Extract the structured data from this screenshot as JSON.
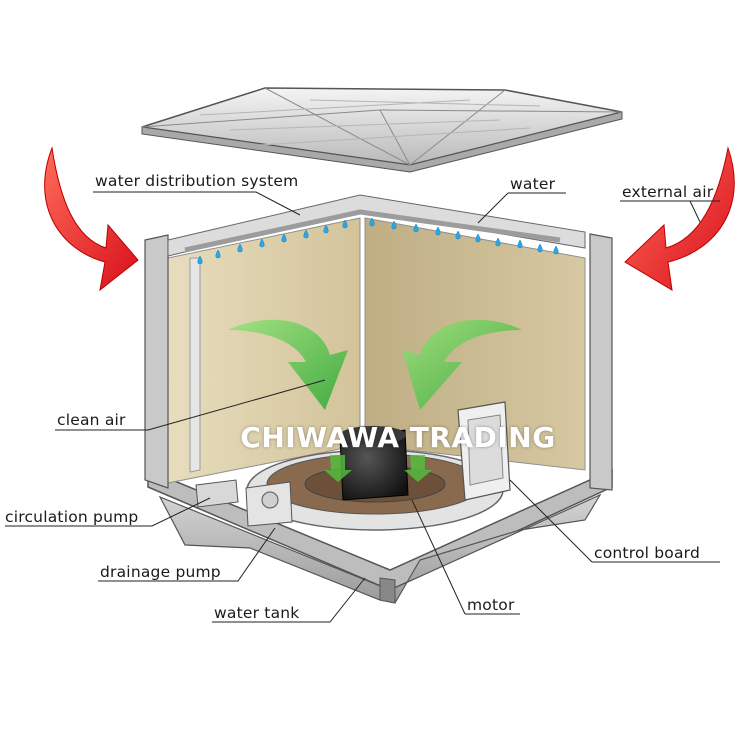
{
  "labels": {
    "water_distribution_system": "water distribution system",
    "water": "water",
    "external_air": "external air",
    "clean_air": "clean air",
    "circulation_pump": "circulation pump",
    "drainage_pump": "drainage pump",
    "water_tank": "water tank",
    "control_board": "control board",
    "motor": "motor"
  },
  "watermark": "CHIWAWA TRADING",
  "colors": {
    "external_air_arrow": "#e8141c",
    "clean_air_arrow": "#4fbf3a",
    "water_drop": "#2aa7e8",
    "pad": "#d9c9a0",
    "casing": "#c8c8c8"
  }
}
